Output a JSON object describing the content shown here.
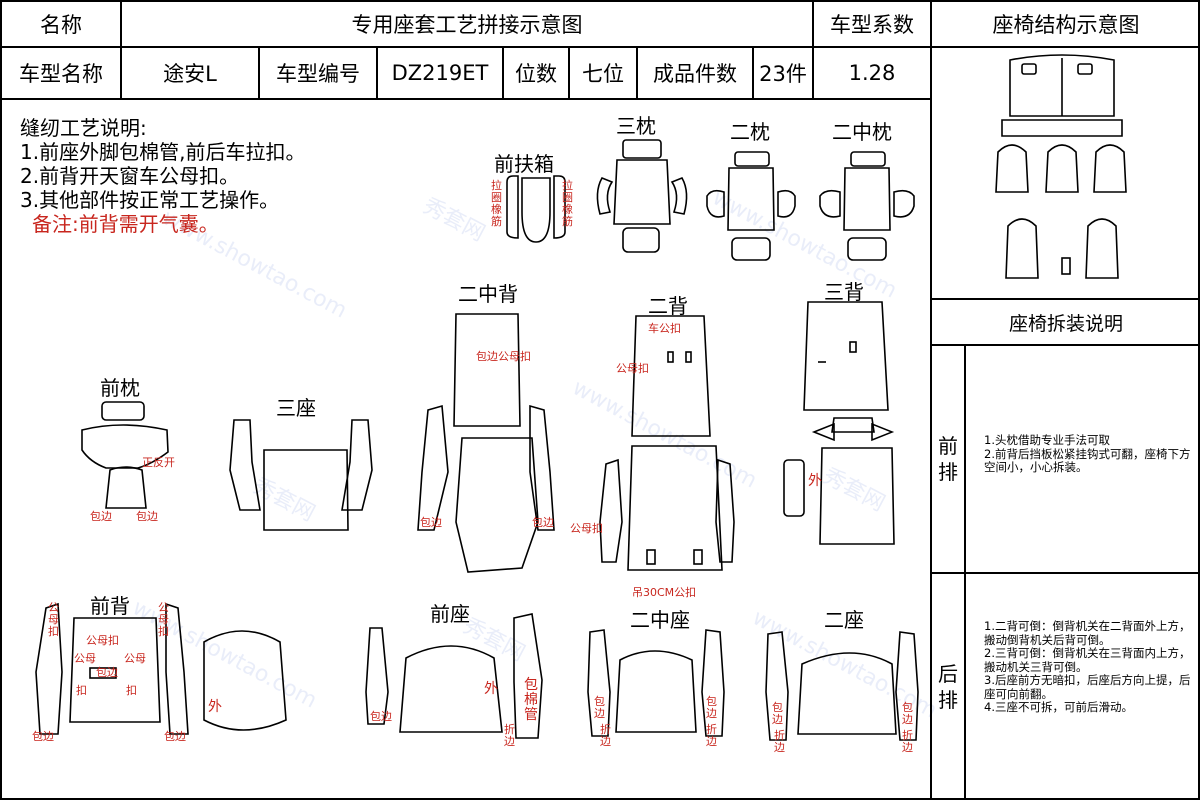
{
  "header": {
    "name_label": "名称",
    "title": "专用座套工艺拼接示意图",
    "coef_label": "车型系数",
    "structure_label": "座椅结构示意图"
  },
  "info": {
    "model_name_label": "车型名称",
    "model_name": "途安L",
    "model_no_label": "车型编号",
    "model_no": "DZ219ET",
    "seats_label": "位数",
    "seats": "七位",
    "pieces_label": "成品件数",
    "pieces": "23件",
    "coef": "1.28"
  },
  "notes": {
    "heading": "缝纫工艺说明:",
    "items": [
      "1.前座外脚包棉管,前后车拉扣。",
      "2.前背开天窗车公母扣。",
      "3.其他部件按正常工艺操作。"
    ],
    "remark": "备注:前背需开气囊。"
  },
  "pieces": {
    "front_armrest": "前扶箱",
    "armrest_note_left": "拉圈橡筋",
    "armrest_note_right": "拉圈橡筋",
    "three_pillow": "三枕",
    "two_pillow": "二枕",
    "two_mid_pillow": "二中枕",
    "front_pillow": "前枕",
    "three_seat": "三座",
    "two_mid_back": "二中背",
    "two_back": "二背",
    "three_back": "三背",
    "front_back": "前背",
    "front_seat": "前座",
    "two_mid_seat": "二中座",
    "two_seat": "二座"
  },
  "marks": {
    "zheng_fan_kai": "正反开",
    "bao_bian": "包边",
    "gong_mu_kou": "公母扣",
    "bao_bian_gong_mu_kou": "包边公母扣",
    "che_gong_kou": "车公扣",
    "diao_gong_kou": "吊30CM公扣",
    "wai": "外",
    "bao_mian_guan": "包棉管",
    "zhe_bian": "折边",
    "gong_mu": "公母",
    "kou": "扣"
  },
  "side": {
    "disassembly_title": "座椅拆装说明",
    "front_row_label": "前排",
    "rear_row_label": "后排",
    "front_row_notes": [
      "1.头枕借助专业手法可取",
      "2.前背后挡板松紧挂钩式可翻，座椅下方空间小，小心拆装。"
    ],
    "rear_row_notes": [
      "1.二背可倒：倒背机关在二背面外上方，搬动倒背机关后背可倒。",
      "2.三背可倒：倒背机关在三背面内上方，搬动机关三背可倒。",
      "3.后座前方无暗扣，后座后方向上提，后座可向前翻。",
      "4.三座不可拆，可前后滑动。"
    ]
  },
  "watermark": {
    "cn": "秀套网",
    "url": "www.showtao.com"
  }
}
